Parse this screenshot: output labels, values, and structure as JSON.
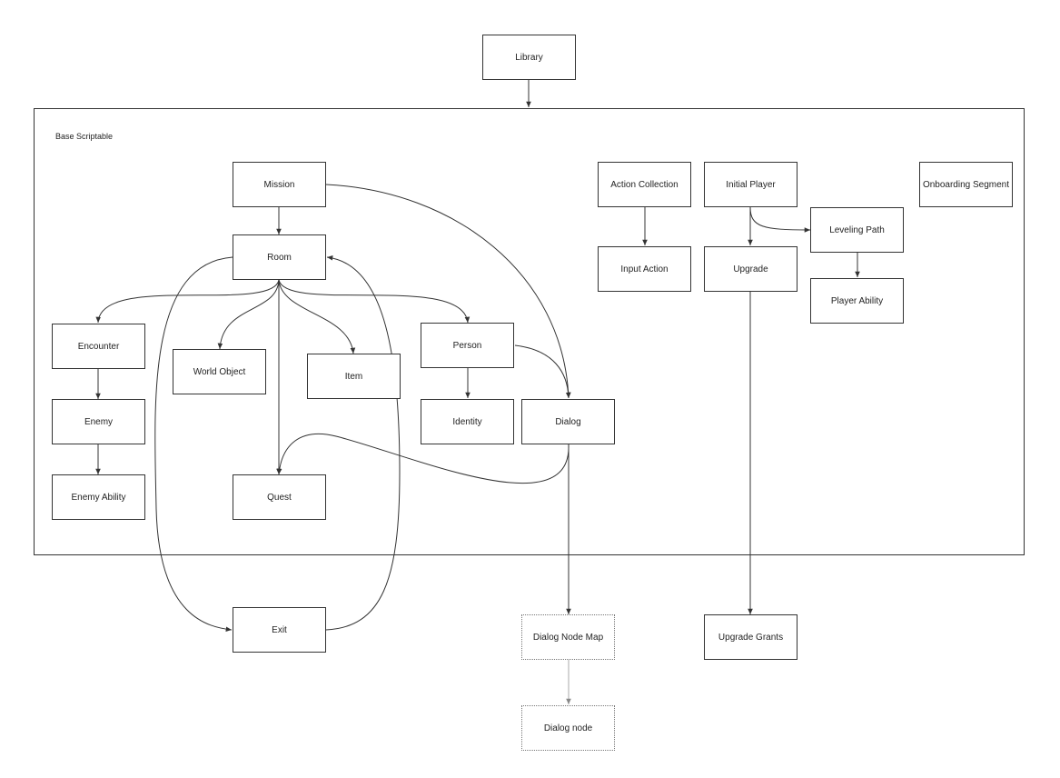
{
  "diagram": {
    "container_label": "Base Scriptable",
    "nodes": {
      "library": "Library",
      "mission": "Mission",
      "room": "Room",
      "encounter": "Encounter",
      "enemy": "Enemy",
      "enemy_ability": "Enemy Ability",
      "world_object": "World Object",
      "item": "Item",
      "quest": "Quest",
      "person": "Person",
      "identity": "Identity",
      "dialog": "Dialog",
      "action_collection": "Action Collection",
      "input_action": "Input Action",
      "initial_player": "Initial Player",
      "upgrade": "Upgrade",
      "leveling_path": "Leveling Path",
      "player_ability": "Player Ability",
      "onboarding_segment": "Onboarding Segment",
      "exit": "Exit",
      "dialog_node_map": "Dialog Node Map",
      "dialog_node": "Dialog node",
      "upgrade_grants": "Upgrade Grants"
    },
    "edges": [
      [
        "library",
        "base-scriptable"
      ],
      [
        "mission",
        "room"
      ],
      [
        "mission",
        "dialog"
      ],
      [
        "room",
        "encounter"
      ],
      [
        "room",
        "world_object"
      ],
      [
        "room",
        "item"
      ],
      [
        "room",
        "quest"
      ],
      [
        "room",
        "person"
      ],
      [
        "room",
        "exit"
      ],
      [
        "exit",
        "room"
      ],
      [
        "encounter",
        "enemy"
      ],
      [
        "enemy",
        "enemy_ability"
      ],
      [
        "person",
        "identity"
      ],
      [
        "person",
        "dialog"
      ],
      [
        "dialog",
        "quest"
      ],
      [
        "dialog",
        "dialog_node_map"
      ],
      [
        "dialog_node_map",
        "dialog_node"
      ],
      [
        "action_collection",
        "input_action"
      ],
      [
        "initial_player",
        "upgrade"
      ],
      [
        "initial_player",
        "leveling_path"
      ],
      [
        "leveling_path",
        "player_ability"
      ],
      [
        "upgrade",
        "upgrade_grants"
      ]
    ]
  }
}
